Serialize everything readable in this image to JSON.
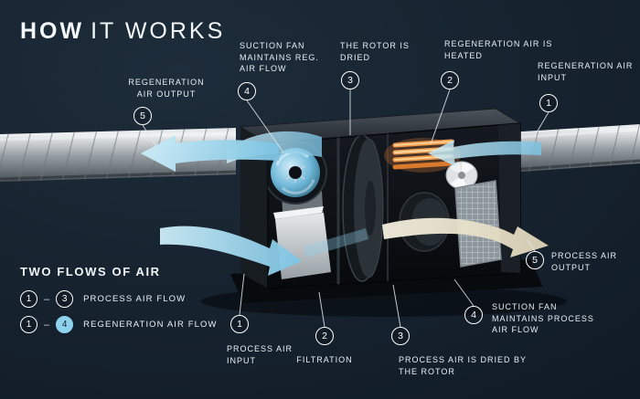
{
  "title": {
    "bold": "HOW",
    "rest": "IT WORKS"
  },
  "colors": {
    "background": "#16222e",
    "air_blue": "#8fd2ee",
    "heater_orange": "#e8833a",
    "dried_air_cream": "#ece5cf",
    "label_white": "#e9eff3"
  },
  "callouts": {
    "regen_output": {
      "number": "5",
      "label": "REGENERATION AIR OUTPUT"
    },
    "suction_fan_regen": {
      "number": "4",
      "label": "SUCTION FAN MAINTAINS REG. AIR FLOW"
    },
    "rotor_dried": {
      "number": "3",
      "label": "THE ROTOR IS DRIED"
    },
    "regen_heated": {
      "number": "2",
      "label": "REGENERATION AIR IS HEATED"
    },
    "regen_input": {
      "number": "1",
      "label": "REGENERATION AIR INPUT"
    },
    "process_input": {
      "number": "1",
      "label": "PROCESS AIR INPUT"
    },
    "filtration": {
      "number": "2",
      "label": "FILTRATION"
    },
    "process_dried": {
      "number": "3",
      "label": "PROCESS AIR IS DRIED BY THE ROTOR"
    },
    "suction_fan_process": {
      "number": "4",
      "label": "SUCTION FAN MAINTAINS PROCESS AIR FLOW"
    },
    "process_output": {
      "number": "5",
      "label": "PROCESS AIR OUTPUT"
    }
  },
  "legend": {
    "title": "TWO FLOWS OF AIR",
    "separator": "–",
    "rows": [
      {
        "from": "1",
        "to": "3",
        "label": "PROCESS AIR FLOW"
      },
      {
        "from": "1",
        "to": "4",
        "label": "REGENERATION AIR FLOW"
      }
    ]
  }
}
